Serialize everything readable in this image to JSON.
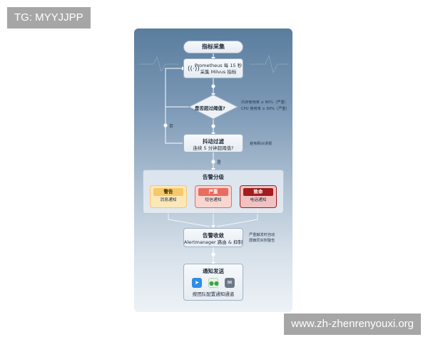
{
  "watermarks": {
    "top": "TG: MYYJJPP",
    "bottom": "www.zh-zhenrenyouxi.org"
  },
  "diagram": {
    "header": "指标采集",
    "collect": {
      "line1": "Prometheus 每 15 秒",
      "line2": "采集 Milvus 指标",
      "icon": "signal-icon"
    },
    "decision": {
      "label": "是否超过阈值?"
    },
    "thresholds": [
      "内存使用率 ≥ 80%（严重）",
      "CPU 使用率 ≥ 90%（严重）"
    ],
    "no_label": "否",
    "yes_label": "是",
    "jitter": {
      "title": "抖动过滤",
      "subtitle": "连续 5 分钟超阈值?"
    },
    "jitter_note": "避免瞬尖误报",
    "levels": {
      "title": "告警分级",
      "items": [
        {
          "tag": "警告",
          "desc": "消息通知",
          "color": "#f5c96a",
          "bg": "#fbe7b8"
        },
        {
          "tag": "严重",
          "desc": "短信通知",
          "color": "#e86c5f",
          "bg": "#f8d5cf"
        },
        {
          "tag": "致命",
          "desc": "电话通知",
          "color": "#a41c1c",
          "bg": "#f1c2c2"
        }
      ]
    },
    "convergence": {
      "title": "告警收敛",
      "subtitle": "Alertmanager 路由 & 抑制"
    },
    "convergence_note": [
      "严重触发时自动",
      "屏蔽同实例警告"
    ],
    "send": {
      "title": "通知发送",
      "subtitle": "按团队配置通知通道",
      "icons": [
        "feishu-icon",
        "wechat-icon",
        "mail-icon"
      ]
    }
  }
}
